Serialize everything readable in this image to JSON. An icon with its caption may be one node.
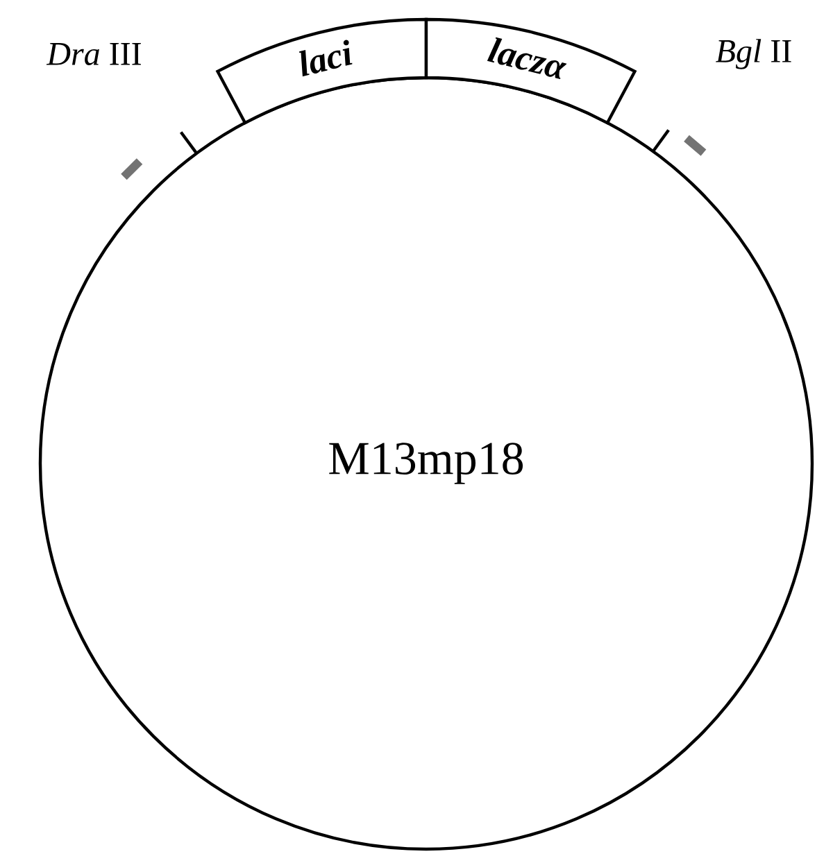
{
  "diagram": {
    "nodes": [
      {
        "text": [
          "M13mp18"
        ]
      },
      {
        "text": [
          "laci"
        ]
      },
      {
        "text": [
          "laczα"
        ]
      }
    ],
    "labels": [
      "*Dra* III",
      "*Bgl* II"
    ]
  }
}
